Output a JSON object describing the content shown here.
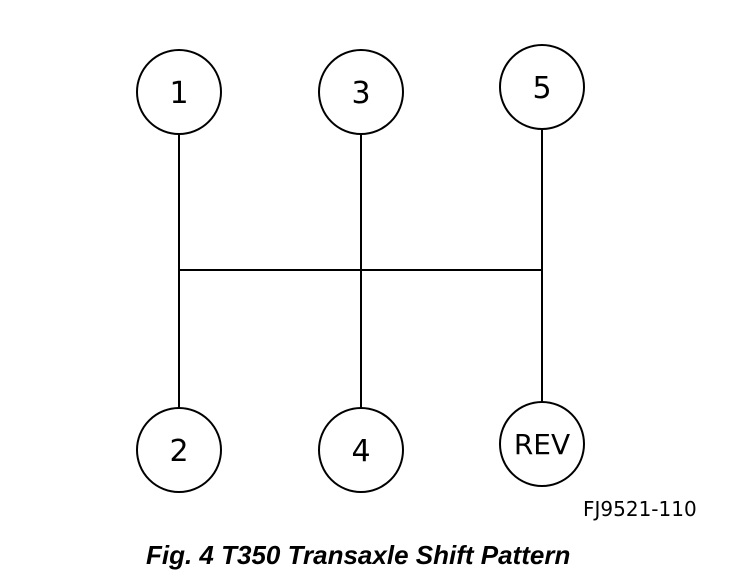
{
  "diagram": {
    "gears": {
      "first": "1",
      "third": "3",
      "fifth": "5",
      "second": "2",
      "fourth": "4",
      "reverse": "REV"
    },
    "figure_code": "FJ9521-110",
    "caption": "Fig. 4 T350 Transaxle Shift Pattern",
    "colors": {
      "stroke": "#000000",
      "background": "#ffffff"
    }
  }
}
